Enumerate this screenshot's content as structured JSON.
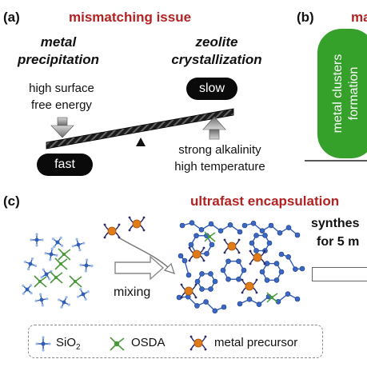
{
  "panel_a": {
    "label": "(a)",
    "title": "mismatching issue",
    "left_heading_1": "metal",
    "left_heading_2": "precipitation",
    "left_desc_1": "high surface",
    "left_desc_2": "free energy",
    "right_heading_1": "zeolite",
    "right_heading_2": "crystallization",
    "slow_label": "slow",
    "fast_label": "fast",
    "right_desc_1": "strong alkalinity",
    "right_desc_2": "high temperature"
  },
  "panel_b": {
    "label": "(b)",
    "title_partial": "ma",
    "box_line_1": "metal clusters",
    "box_line_2": "formation"
  },
  "panel_c": {
    "label": "(c)",
    "title": "ultrafast encapsulation",
    "mixing_label": "mixing",
    "synthesis_line_1": "synthes",
    "synthesis_line_2": "for 5 m"
  },
  "legend": {
    "sio2_label": "SiO",
    "sio2_sub": "2",
    "osda_label": "OSDA",
    "metal_label": "metal precursor"
  },
  "colors": {
    "title_red": "#b22222",
    "green_box": "#35a02a",
    "sio2_blue": "#2f5db8",
    "osda_green": "#4a9a3a",
    "metal_orange": "#e07b1a"
  }
}
